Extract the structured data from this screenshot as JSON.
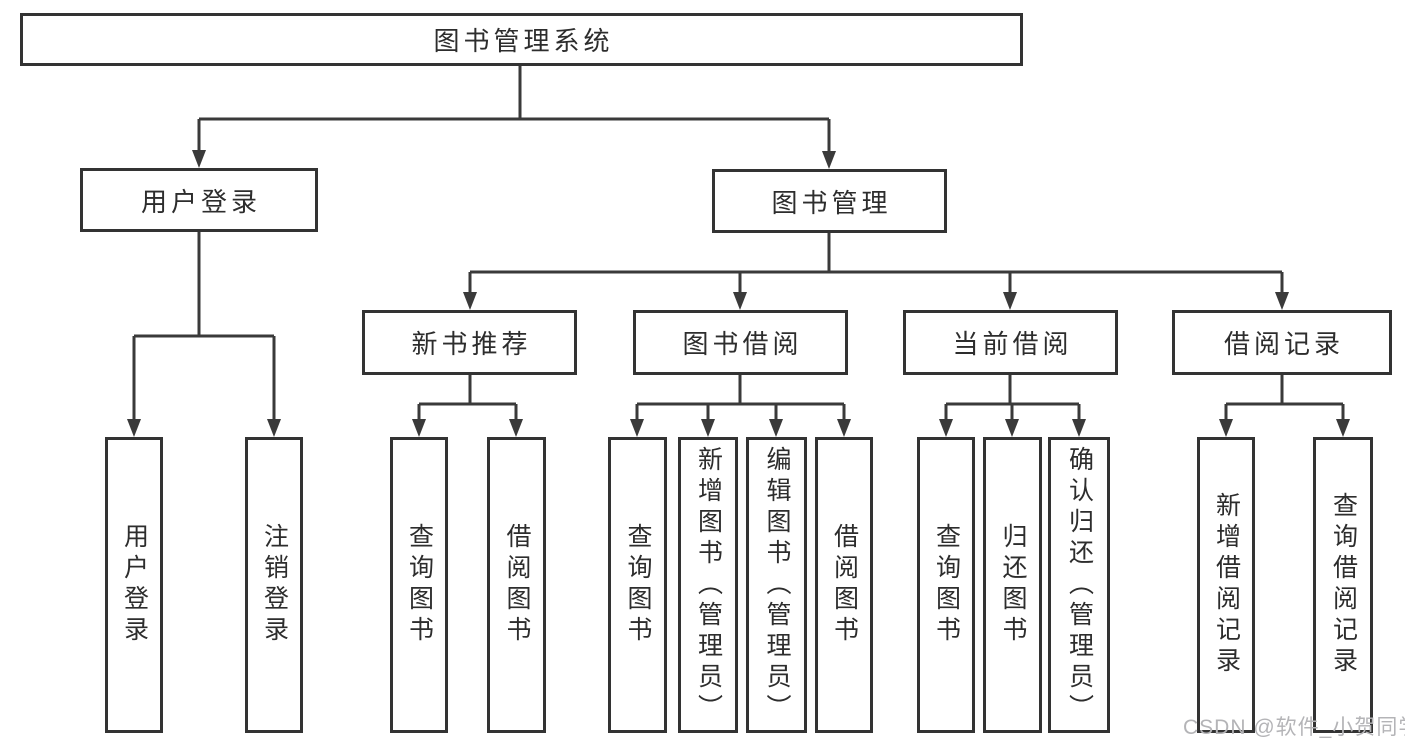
{
  "diagram": {
    "root": {
      "label": "图书管理系统"
    },
    "user_login": {
      "label": "用户登录",
      "children": [
        {
          "label": "用户登录"
        },
        {
          "label": "注销登录"
        }
      ]
    },
    "book_management": {
      "label": "图书管理",
      "branches": [
        {
          "label": "新书推荐",
          "children": [
            {
              "label": "查询图书"
            },
            {
              "label": "借阅图书"
            }
          ]
        },
        {
          "label": "图书借阅",
          "children": [
            {
              "label": "查询图书"
            },
            {
              "label": "新增图书（管理员）"
            },
            {
              "label": "编辑图书（管理员）"
            },
            {
              "label": "借阅图书"
            }
          ]
        },
        {
          "label": "当前借阅",
          "children": [
            {
              "label": "查询图书"
            },
            {
              "label": "归还图书"
            },
            {
              "label": "确认归还（管理员）"
            }
          ]
        },
        {
          "label": "借阅记录",
          "children": [
            {
              "label": "新增借阅记录"
            },
            {
              "label": "查询借阅记录"
            }
          ]
        }
      ]
    },
    "watermark": "CSDN @软件_小贺同学",
    "colors": {
      "line": "#3a3a3a",
      "border": "#333333",
      "text": "#2d2d2d",
      "watermark": "#b4b4b7"
    }
  }
}
